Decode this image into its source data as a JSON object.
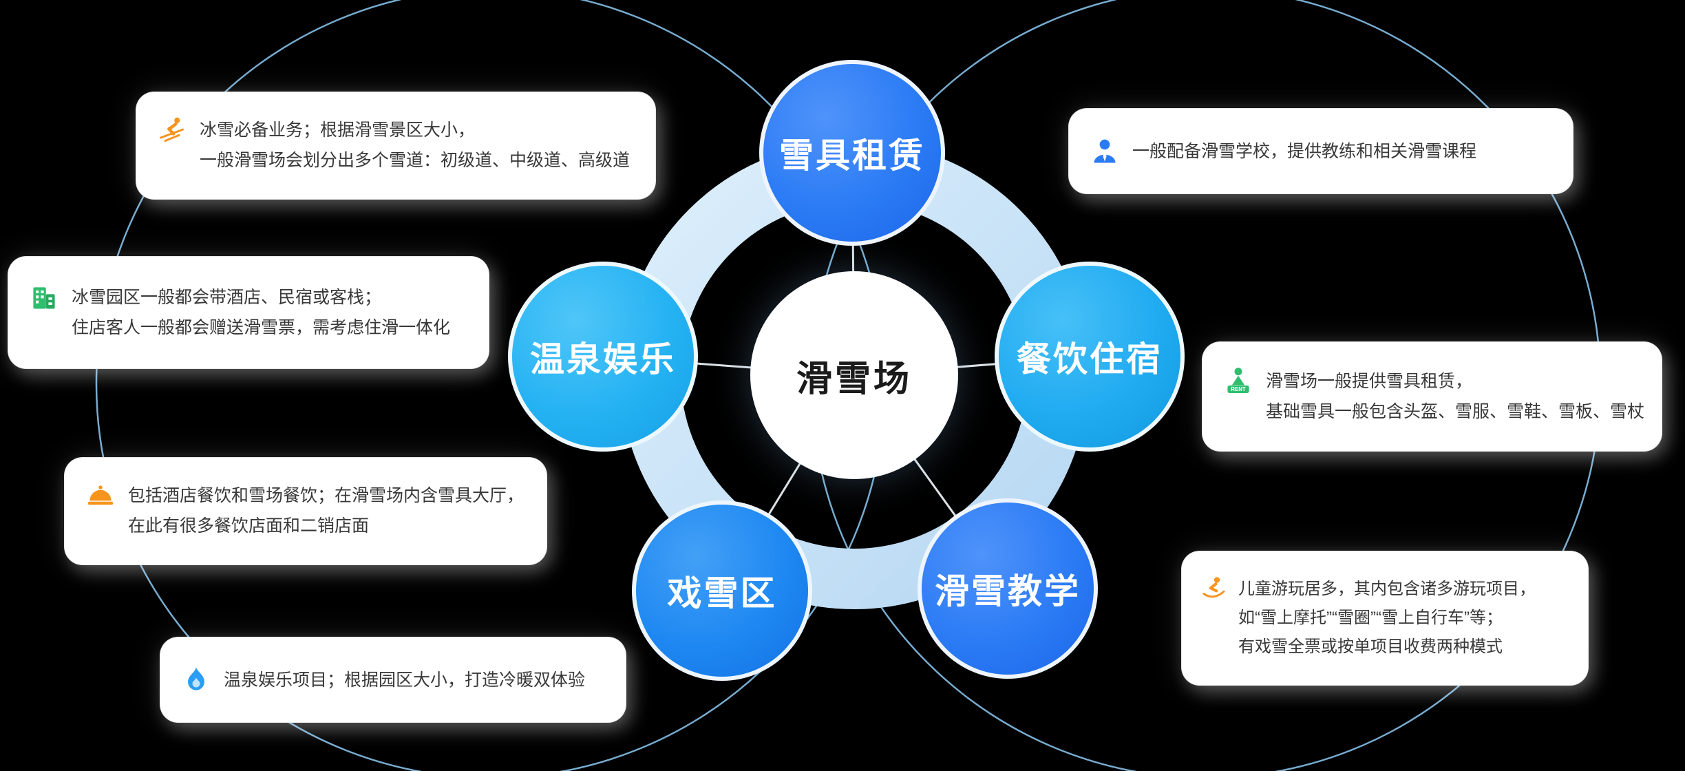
{
  "center": {
    "label": "滑雪场"
  },
  "nodes": {
    "top": {
      "label": "雪具租赁",
      "color": "#2b7bf5"
    },
    "left": {
      "label": "温泉娱乐",
      "color": "#25b2f3"
    },
    "right": {
      "label": "餐饮住宿",
      "color": "#20abf1"
    },
    "bottomLeft": {
      "label": "戏雪区",
      "color": "#1e88f2"
    },
    "bottomRight": {
      "label": "滑雪教学",
      "color": "#2b7bf5"
    }
  },
  "cards": {
    "topLeft": {
      "icon": "skier-icon",
      "lines": [
        "冰雪必备业务；根据滑雪景区大小，",
        "一般滑雪场会划分出多个雪道：初级道、中级道、高级道"
      ]
    },
    "leftUpper": {
      "icon": "hotel-building-icon",
      "lines": [
        "冰雪园区一般都会带酒店、民宿或客栈；",
        "住店客人一般都会赠送滑雪票，需考虑住滑一体化"
      ]
    },
    "leftLower": {
      "icon": "dish-cloche-icon",
      "lines": [
        "包括酒店餐饮和雪场餐饮；在滑雪场内含雪具大厅，",
        "在此有很多餐饮店面和二销店面"
      ]
    },
    "bottomLeft": {
      "icon": "hot-spring-flame-icon",
      "lines": [
        "温泉娱乐项目；根据园区大小，打造冷暖双体验"
      ]
    },
    "topRight": {
      "icon": "instructor-person-icon",
      "lines": [
        "一般配备滑雪学校，提供教练和相关滑雪课程"
      ]
    },
    "rightMiddle": {
      "icon": "rent-icon",
      "rent_label": "RENT",
      "lines": [
        "滑雪场一般提供雪具租赁，",
        "基础雪具一般包含头盔、雪服、雪鞋、雪板、雪杖"
      ]
    },
    "bottomRight": {
      "icon": "sled-icon",
      "lines": [
        "儿童游玩居多，其内包含诸多游玩项目，",
        "如“雪上摩托”“雪圈”“雪上自行车”等；",
        "有戏雪全票或按单项目收费两种模式"
      ]
    }
  },
  "colors": {
    "background": "#000000",
    "ring": "#cde5f8",
    "orbit_outline": "#8ccaf4",
    "spoke": "#f4fbff",
    "card_bg": "#ffffff",
    "card_text": "#383838",
    "icon_orange": "#f7941d",
    "icon_green": "#2fbe6e",
    "icon_blue": "#2b7bf5"
  }
}
